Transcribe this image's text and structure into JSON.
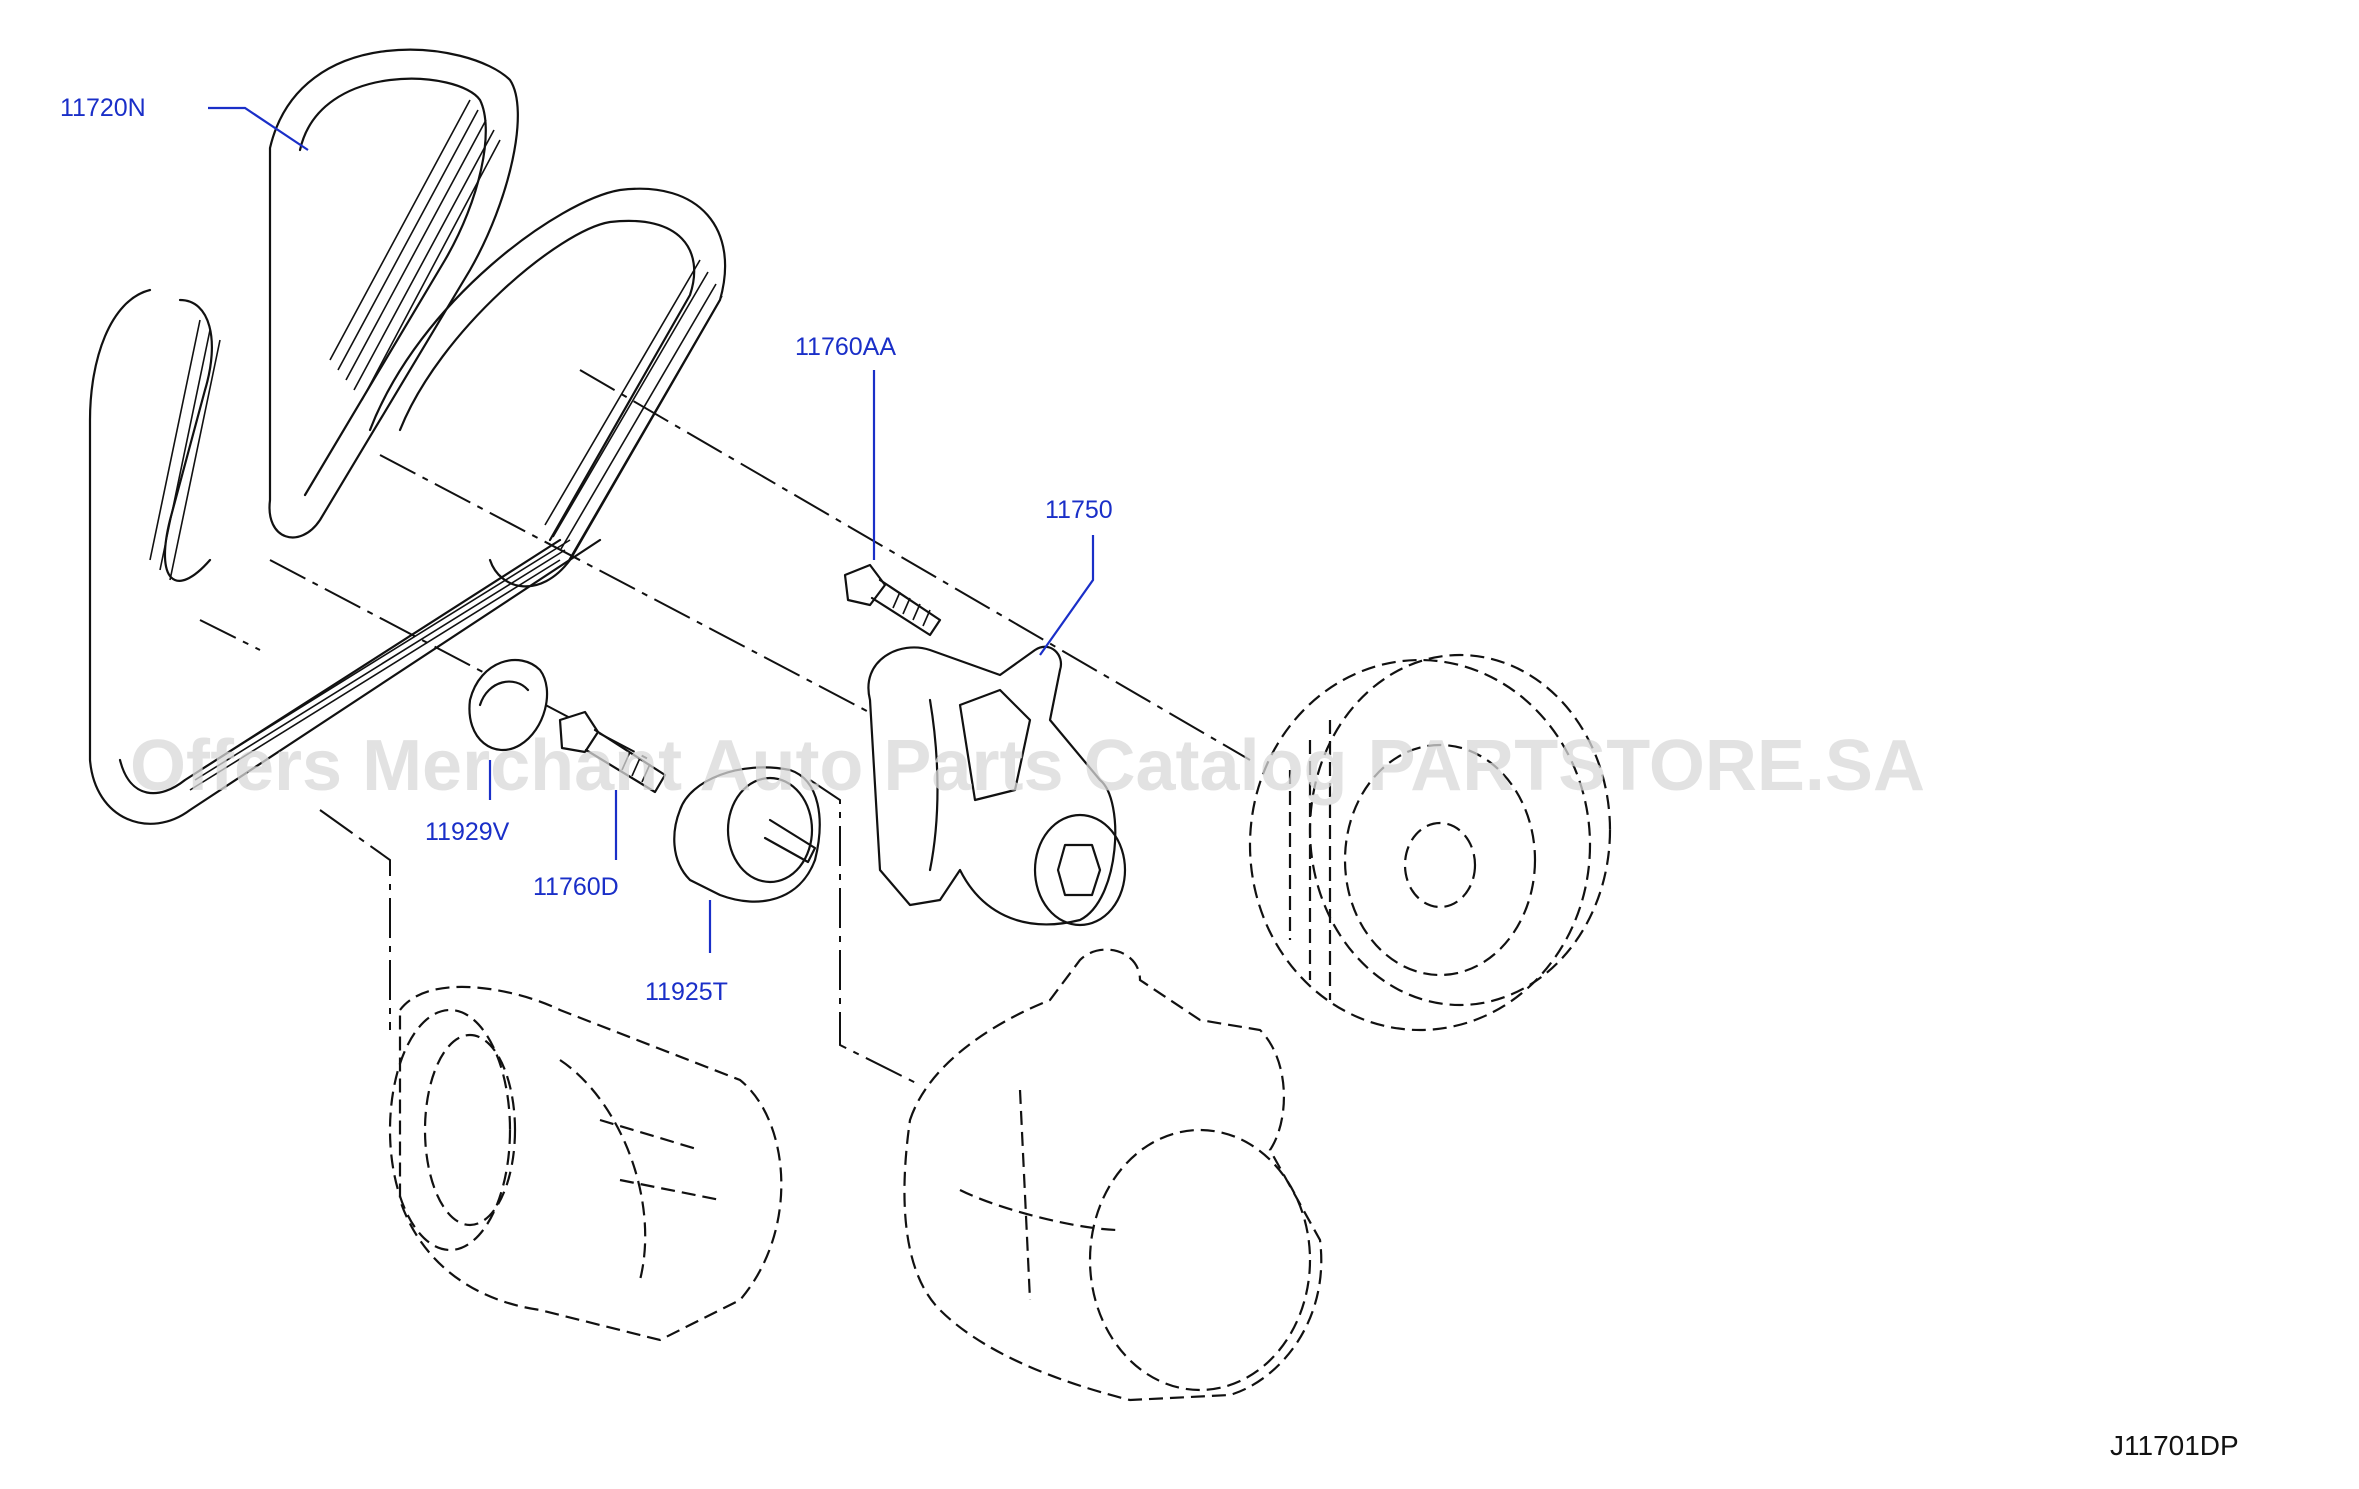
{
  "diagram": {
    "callouts": {
      "belt_11720N": "11720N",
      "bolt_11760AA": "11760AA",
      "tensioner_11750": "11750",
      "cap_11929V": "11929V",
      "bolt_11760D": "11760D",
      "idler_11925T": "11925T"
    },
    "watermark": "Offers Merchant Auto Parts Catalog PARTSTORE.SA",
    "diagram_code": "J11701DP"
  }
}
